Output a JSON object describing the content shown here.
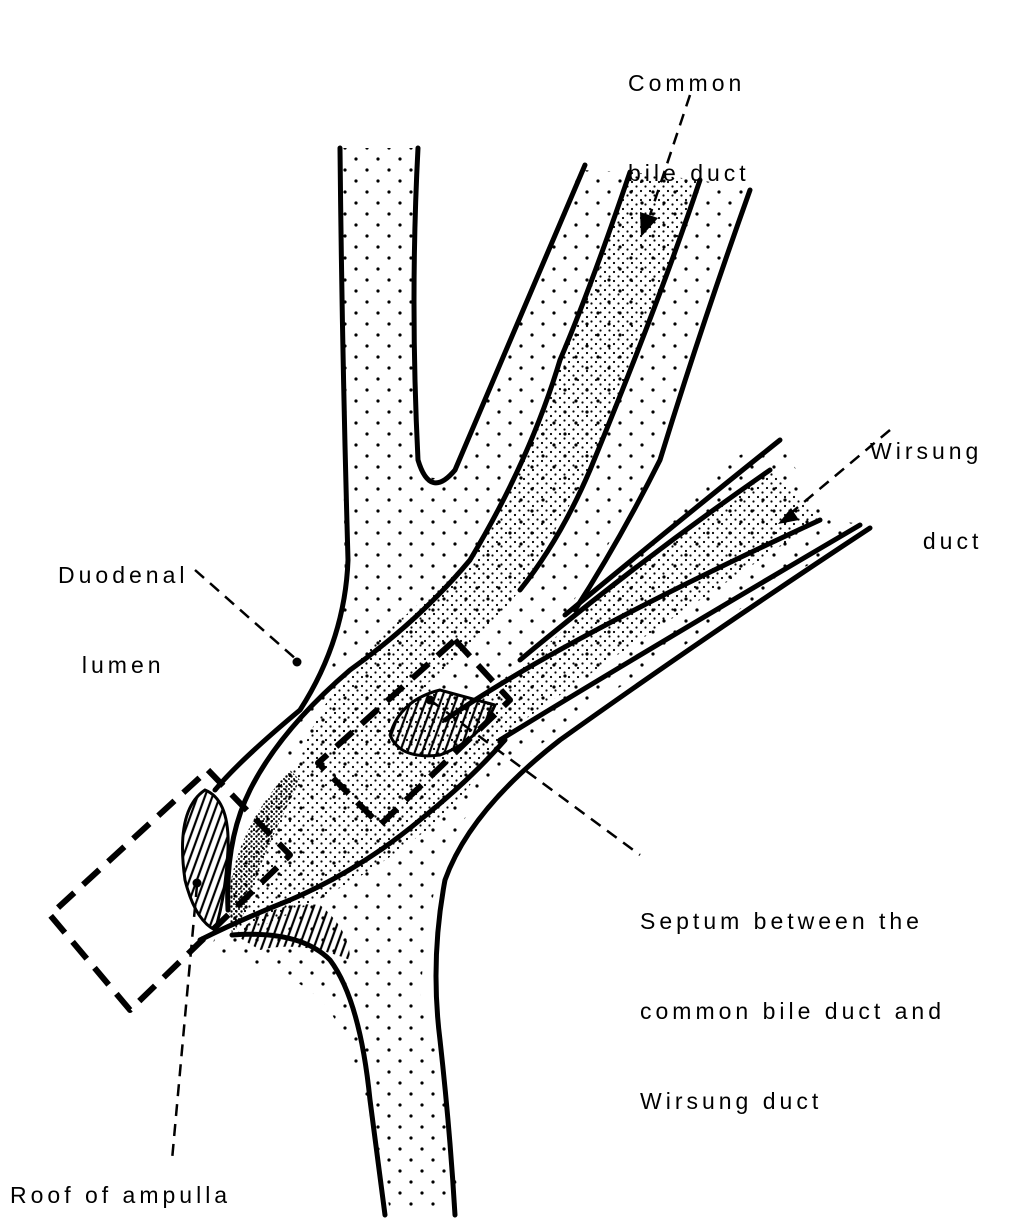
{
  "labels": {
    "common_bile_duct": [
      "Common",
      "bile duct"
    ],
    "wirsung_duct": [
      "Wirsung",
      "duct"
    ],
    "duodenal_lumen": [
      "Duodenal",
      "lumen"
    ],
    "septum": [
      "Septum between the",
      "common bile duct and",
      "Wirsung duct"
    ],
    "roof_of_ampulla": "Roof of ampulla"
  },
  "colors": {
    "ink": "#000000",
    "paper": "#ffffff"
  }
}
